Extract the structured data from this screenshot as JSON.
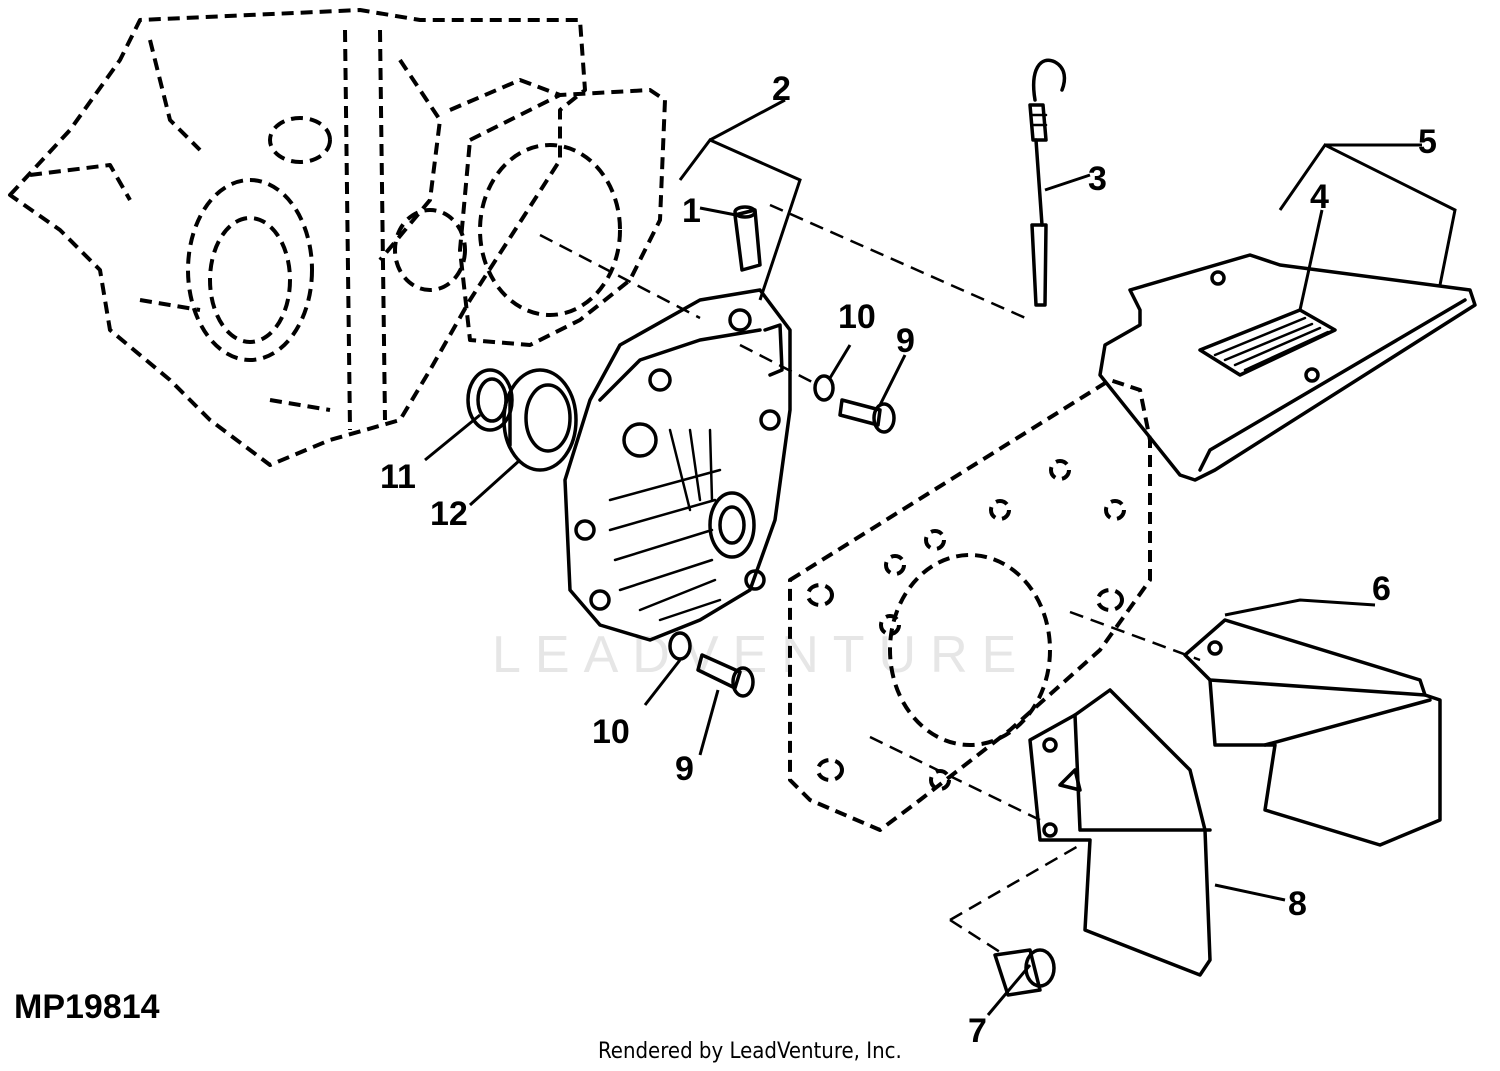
{
  "diagram": {
    "figure_id": "MP19814",
    "credit": "Rendered by LeadVenture, Inc.",
    "watermark": "LEADVENTURE",
    "callouts": {
      "c1": "1",
      "c2": "2",
      "c3": "3",
      "c4": "4",
      "c5": "5",
      "c6": "6",
      "c7": "7",
      "c8": "8",
      "c9a": "9",
      "c9b": "9",
      "c10a": "10",
      "c10b": "10",
      "c11": "11",
      "c12": "12"
    }
  }
}
